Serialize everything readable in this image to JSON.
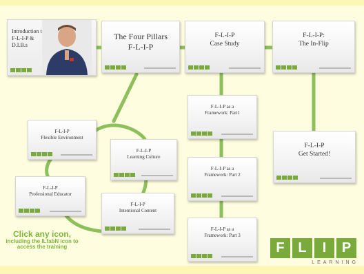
{
  "tiles": {
    "intro": "Introduction to\nF-L-I-P &\nD.I.B.s",
    "pillars": "The Four Pillars\nF-L-I-P",
    "case_study": "F-L-I-P\nCase Study",
    "inflip": "F-L-I-P:\nThe In-Flip",
    "framework1": "F-L-I-P as a\nFramework: Part1",
    "framework2": "F-L-I-P as a\nFramework: Part 2",
    "framework3": "F-L-I-P as a\nFramework: Part 3",
    "get_started": "F-L-I-P\nGet Started!",
    "flexible": "F-L-I-P\nFlexible Environment",
    "learning_culture": "F-L-I-P\nLearning Culture",
    "professional": "F-L-I-P\nProfessional Educator",
    "intentional": "F-L-I-P\nIntentional Content"
  },
  "hint": {
    "line1": "Click any icon,",
    "line2": "including the ILfabN icon to access the training"
  },
  "logo": {
    "letters": [
      "F",
      "L",
      "I",
      "P"
    ],
    "word": "LEARNING"
  },
  "colors": {
    "accent_green": "#7aa93c",
    "background": "#fffde0"
  }
}
